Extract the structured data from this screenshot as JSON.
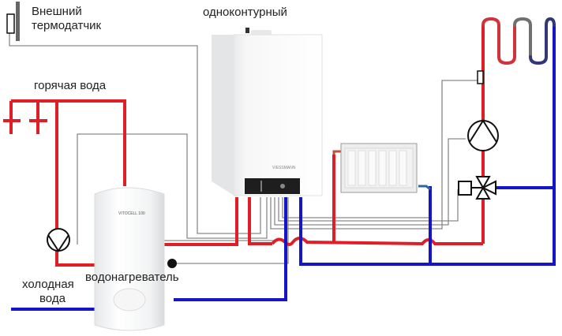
{
  "labels": {
    "outdoor_sensor": [
      "Внешний",
      "термодатчик"
    ],
    "boiler": "одноконтурный",
    "hot_water": "горячая вода",
    "water_heater": "водонагреватель",
    "cold_water": [
      "холодная",
      "вода"
    ]
  },
  "colors": {
    "hot_pipe": "#e01e25",
    "cold_pipe": "#1414c8",
    "wire": "#8a8a8a",
    "floor_loop_hot": "#d0343a",
    "floor_loop_mid": "#707070",
    "floor_loop_cold": "#303878"
  },
  "components": [
    {
      "name": "outdoor-sensor",
      "icon": "sensor-icon"
    },
    {
      "name": "boiler",
      "icon": "boiler-icon"
    },
    {
      "name": "water-heater",
      "icon": "tank-icon"
    },
    {
      "name": "radiator",
      "icon": "radiator-icon"
    },
    {
      "name": "circulation-pump-dhw",
      "icon": "pump-icon"
    },
    {
      "name": "circulation-pump-floor",
      "icon": "pump-icon"
    },
    {
      "name": "three-way-mixing-valve",
      "icon": "valve-icon"
    },
    {
      "name": "underfloor-heating-loop",
      "icon": "floor-loop-icon"
    },
    {
      "name": "tank-sensor",
      "icon": "sensor-dot-icon"
    },
    {
      "name": "pipe-sensor",
      "icon": "sensor-icon"
    },
    {
      "name": "hot-water-taps",
      "icon": "tap-icon"
    }
  ]
}
